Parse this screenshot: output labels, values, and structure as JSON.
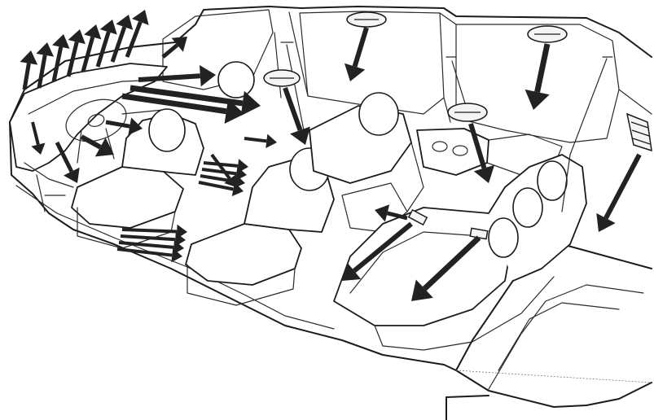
{
  "diagram": {
    "type": "vehicle-cabin-airflow-illustration",
    "colors": {
      "line": "#1b1b1b",
      "arrow": "#222222",
      "background": "#ffffff"
    },
    "components": [
      "vehicle-body",
      "dashboard",
      "steering-wheel",
      "front-seats",
      "second-row-seats",
      "third-row-seat",
      "roof-vents",
      "floor-ducts",
      "rear-quarter-vent",
      "cargo-area"
    ],
    "airflow_arrow_count": 40
  }
}
